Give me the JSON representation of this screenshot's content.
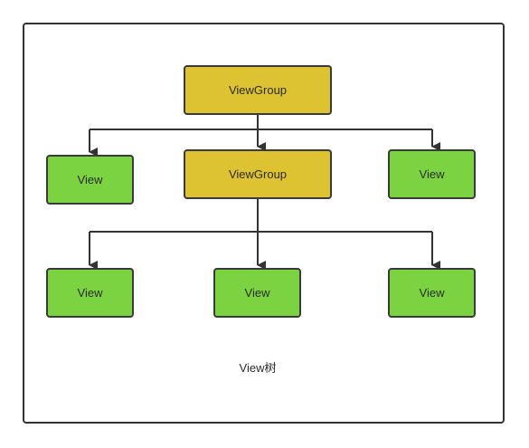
{
  "diagram": {
    "nodes": {
      "root": {
        "label": "ViewGroup",
        "kind": "group"
      },
      "view1": {
        "label": "View",
        "kind": "leaf"
      },
      "group2": {
        "label": "ViewGroup",
        "kind": "group"
      },
      "view2": {
        "label": "View",
        "kind": "leaf"
      },
      "view3": {
        "label": "View",
        "kind": "leaf"
      },
      "view4": {
        "label": "View",
        "kind": "leaf"
      },
      "view5": {
        "label": "View",
        "kind": "leaf"
      }
    },
    "edges": [
      [
        "root",
        "view1"
      ],
      [
        "root",
        "group2"
      ],
      [
        "root",
        "view2"
      ],
      [
        "group2",
        "view3"
      ],
      [
        "group2",
        "view4"
      ],
      [
        "group2",
        "view5"
      ]
    ],
    "caption": "View树",
    "colors": {
      "group_fill": "#ddc231",
      "leaf_fill": "#7bd342",
      "stroke": "#333333"
    }
  }
}
